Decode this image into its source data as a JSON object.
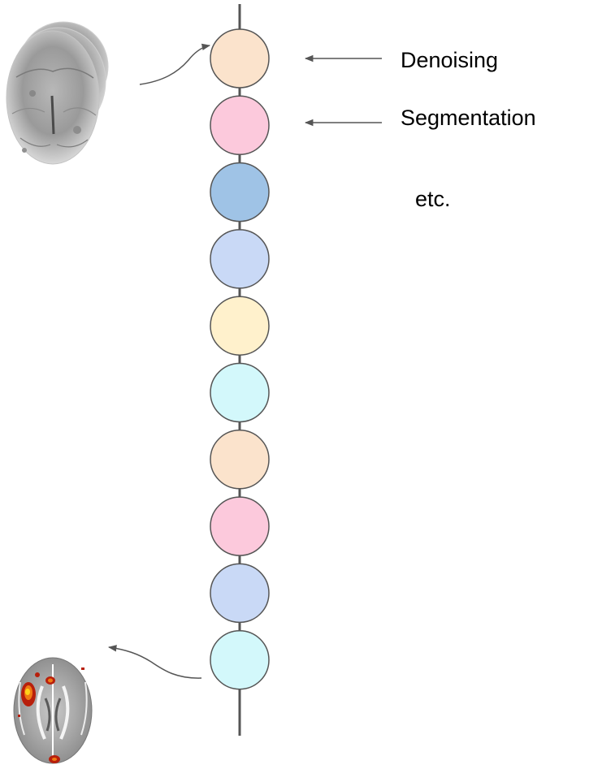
{
  "labels": {
    "denoising": "Denoising",
    "segmentation": "Segmentation",
    "etc": "etc."
  },
  "pipeline_steps": [
    {
      "fill": "#fbe3cc"
    },
    {
      "fill": "#fcc9dc"
    },
    {
      "fill": "#9fc3e6"
    },
    {
      "fill": "#c9d9f6"
    },
    {
      "fill": "#fff1cc"
    },
    {
      "fill": "#d3f8fb"
    },
    {
      "fill": "#fbe3cc"
    },
    {
      "fill": "#fcc9dc"
    },
    {
      "fill": "#c9d9f6"
    },
    {
      "fill": "#d3f8fb"
    }
  ],
  "colors": {
    "line": "#555555",
    "circle_stroke": "#555555",
    "arrow": "#555555",
    "activation_hot": "#ffd21a",
    "activation_mid": "#f07a14",
    "activation_dark": "#b81f0c"
  },
  "images": {
    "input": "raw-brain-scan-stack",
    "output": "brain-activation-map"
  }
}
